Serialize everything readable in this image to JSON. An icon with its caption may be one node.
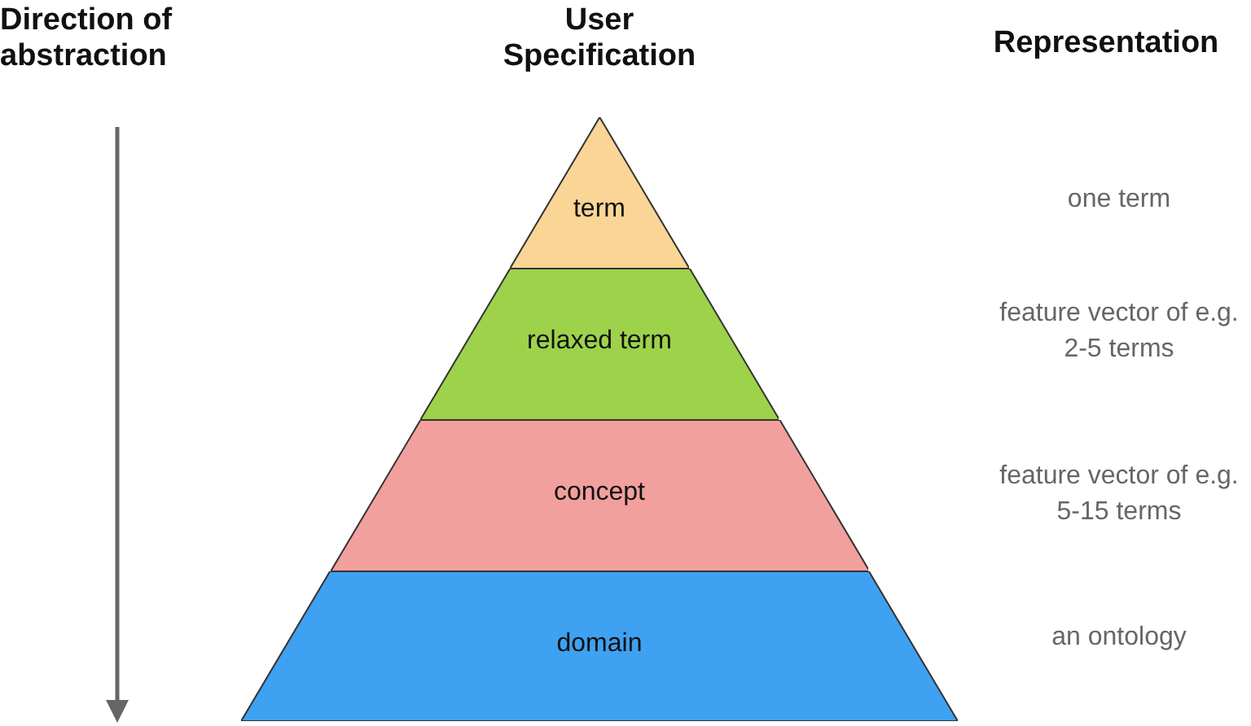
{
  "diagram": {
    "nodes": [
      {
        "text": [
          "term"
        ]
      },
      {
        "text": [
          "relaxed term"
        ]
      },
      {
        "text": [
          "concept"
        ]
      },
      {
        "text": [
          "domain"
        ]
      }
    ],
    "edges": [],
    "labels": [
      "Direction of abstraction",
      "User Specification",
      "Representation",
      "one term",
      "feature vector of e.g. 2-5 terms",
      "feature vector of e.g. 5-15 terms",
      "an ontology"
    ]
  }
}
